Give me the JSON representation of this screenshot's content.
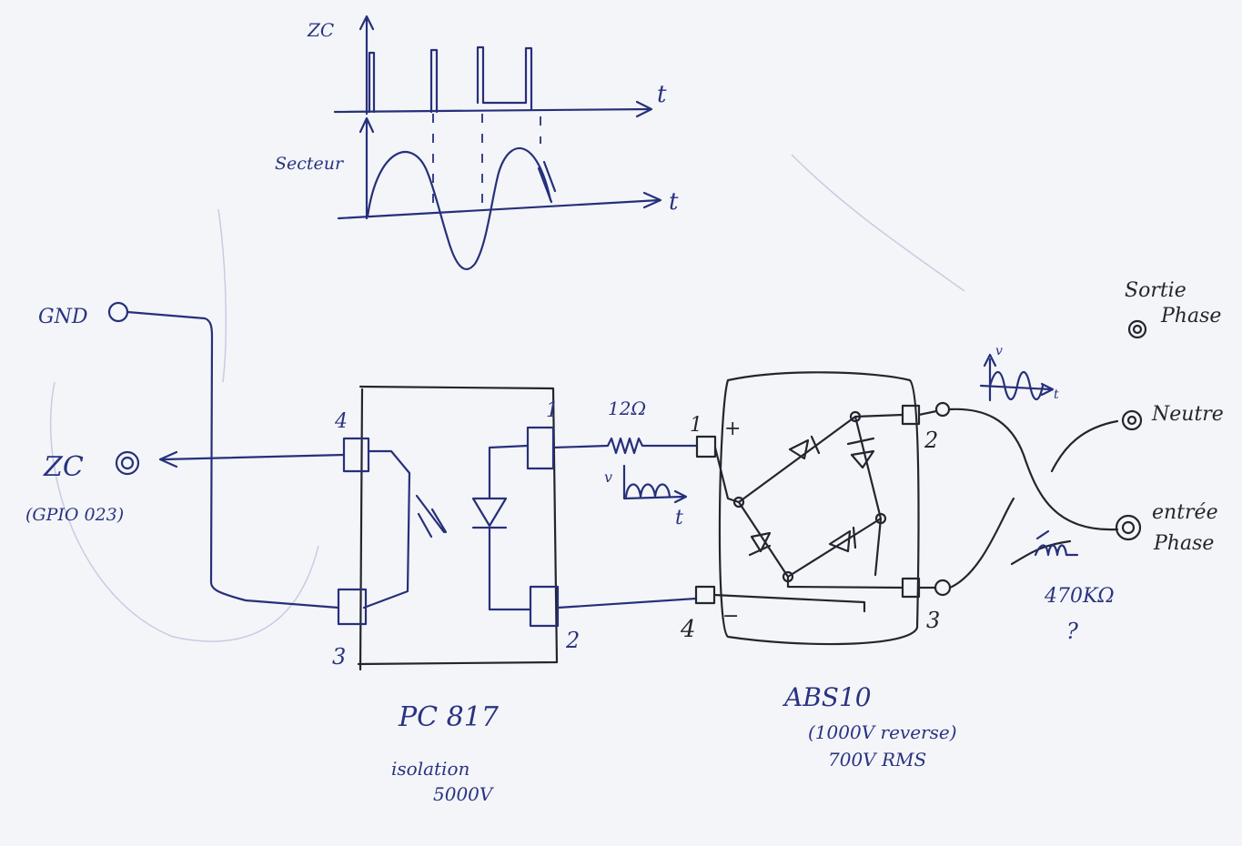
{
  "waveform": {
    "zc_axis_label": "ZC",
    "time_label_top": "t",
    "secteur_label": "Secteur",
    "time_label_bottom": "t"
  },
  "connectors": {
    "gnd": "GND",
    "zc": "ZC",
    "gpio": "(GPIO 023)"
  },
  "optocoupler": {
    "part": "PC 817",
    "note_line1": "isolation",
    "note_line2": "5000V",
    "pin1": "1",
    "pin2": "2",
    "pin3": "3",
    "pin4": "4"
  },
  "resistor_top": {
    "value": "12Ω",
    "waveform_v": "v",
    "waveform_t": "t"
  },
  "bridge": {
    "part": "ABS10",
    "spec_line1": "(1000V reverse)",
    "spec_line2": "700V RMS",
    "pin1": "1",
    "pin2": "2",
    "pin3": "3",
    "pin4": "4",
    "plus": "+",
    "minus": "−"
  },
  "mains": {
    "sine_v": "v",
    "sine_t": "t",
    "sortie_line1": "Sortie",
    "sortie_line2": "Phase",
    "neutre": "Neutre",
    "entree_line1": "entrée",
    "entree_line2": "Phase",
    "resistor_value": "470KΩ",
    "question": "?"
  },
  "colors": {
    "ink": "#26307a",
    "pencil": "#22262e",
    "paper": "#f4f5f9"
  }
}
